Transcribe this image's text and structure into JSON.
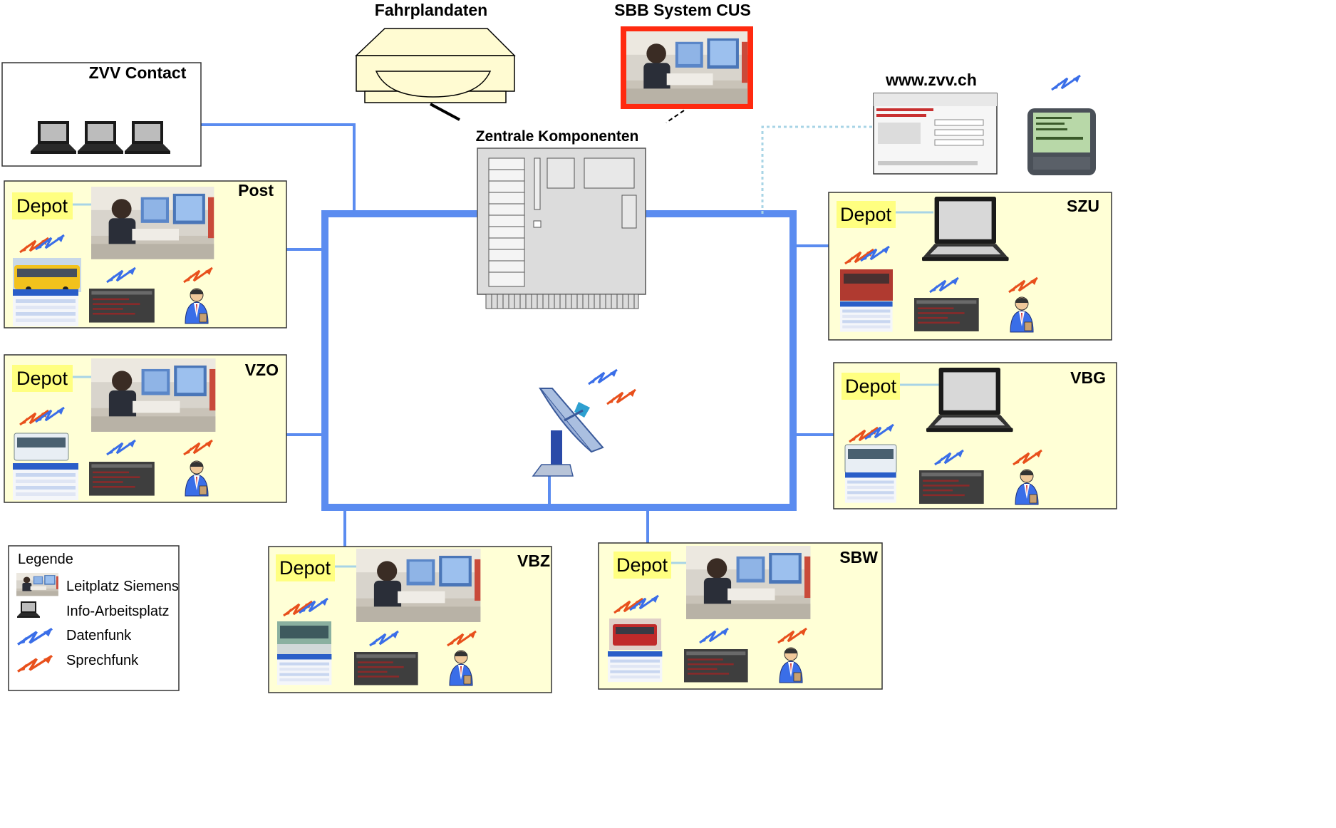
{
  "top": {
    "timetable_label": "Fahrplandaten",
    "sbb_label": "SBB System CUS",
    "central_label": "Zentrale Komponenten",
    "web_label": "www.zvv.ch",
    "contact_label": "ZVV Contact"
  },
  "regions": [
    {
      "id": "post",
      "name": "Post",
      "depot": "Depot"
    },
    {
      "id": "vzo",
      "name": "VZO",
      "depot": "Depot"
    },
    {
      "id": "vbz",
      "name": "VBZ",
      "depot": "Depot"
    },
    {
      "id": "sbw",
      "name": "SBW",
      "depot": "Depot"
    },
    {
      "id": "szu",
      "name": "SZU",
      "depot": "Depot"
    },
    {
      "id": "vbg",
      "name": "VBG",
      "depot": "Depot"
    }
  ],
  "legend": {
    "title": "Legende",
    "items": [
      {
        "label": "Leitplatz Siemens",
        "icon": "control-room-photo"
      },
      {
        "label": "Info-Arbeitsplatz",
        "icon": "laptop-icon"
      },
      {
        "label": "Datenfunk",
        "icon": "blue-radio-arrow"
      },
      {
        "label": "Sprechfunk",
        "icon": "red-radio-arrow"
      }
    ]
  },
  "colors": {
    "network_blue": "#5b8cf0",
    "region_fill": "#ffffd6",
    "depot_fill": "#ffff80",
    "data_radio": "#3a6ee8",
    "voice_radio": "#e8501c",
    "sbb_frame": "#ff2a10"
  }
}
